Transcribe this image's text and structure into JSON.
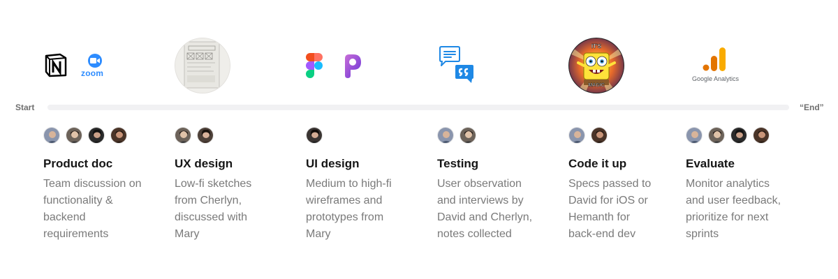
{
  "timeline": {
    "start_label": "Start",
    "end_label": "“End”"
  },
  "stages": [
    {
      "id": "product-doc",
      "title": "Product doc",
      "description": [
        "Team discussion on",
        "functionality &",
        "backend",
        "requirements"
      ],
      "tools": [
        "notion-logo",
        "zoom-logo"
      ],
      "logo_text": "zoom",
      "avatar_count": 4
    },
    {
      "id": "ux-design",
      "title": "UX design",
      "description": [
        "Low-fi sketches",
        "from Cherlyn,",
        "discussed with",
        "Mary"
      ],
      "tools": [
        "wireframe-sketch-image"
      ],
      "avatar_count": 2
    },
    {
      "id": "ui-design",
      "title": "UI design",
      "description": [
        "Medium to high-fi",
        "wireframes and",
        "prototypes from",
        "Mary"
      ],
      "tools": [
        "figma-logo",
        "protopie-logo"
      ],
      "avatar_count": 1
    },
    {
      "id": "testing",
      "title": "Testing",
      "description": [
        "User observation",
        "and interviews by",
        "David and Cherlyn,",
        "notes collected"
      ],
      "tools": [
        "chat-bubble-icon",
        "quote-bubble-icon"
      ],
      "avatar_count": 2
    },
    {
      "id": "code-it-up",
      "title": "Code it up",
      "description": [
        "Specs passed to",
        "David for iOS or",
        "Hemanth for",
        "back-end dev"
      ],
      "tools": [
        "spongebob-magic-meme-image"
      ],
      "meme_text": {
        "top": "IT'S",
        "bottom": "MAGIC"
      },
      "avatar_count": 2
    },
    {
      "id": "evaluate",
      "title": "Evaluate",
      "description": [
        "Monitor analytics",
        "and user feedback,",
        "prioritize for next",
        "sprints"
      ],
      "tools": [
        "google-analytics-logo"
      ],
      "logo_text": "Google Analytics",
      "avatar_count": 4
    }
  ],
  "colors": {
    "title": "#151515",
    "description": "#7a7a7a",
    "track": "#f1f1f3",
    "zoom_blue": "#2d8cff",
    "ga_orange": "#f9ab00",
    "chat_blue": "#1e88e5"
  }
}
